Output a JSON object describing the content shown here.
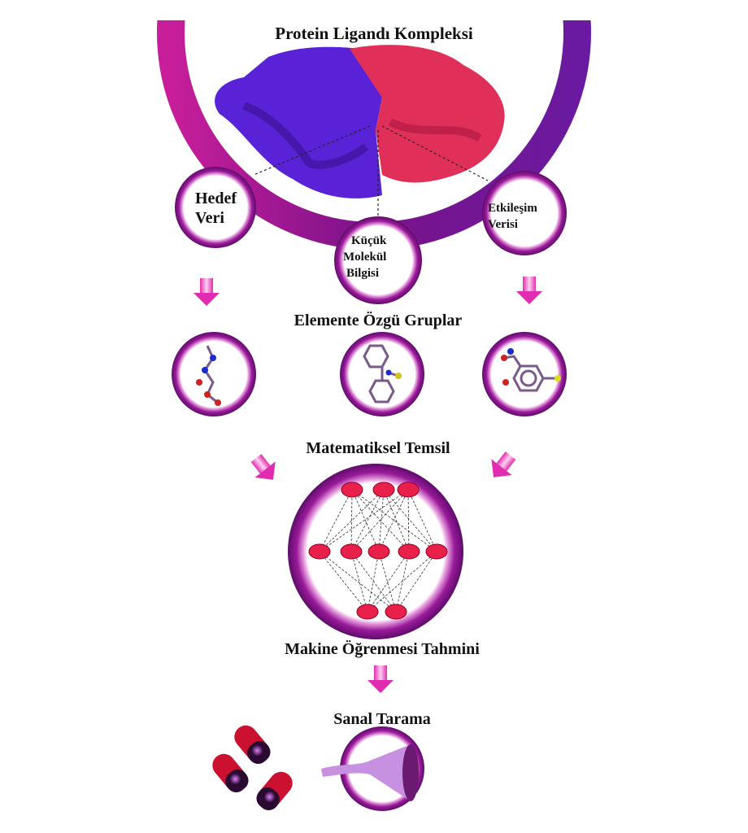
{
  "title": "Protein Ligandı Kompleksi",
  "inputs": {
    "target": [
      "Hedef",
      "Veri"
    ],
    "small_molecule": [
      "Küçük",
      "Molekül",
      "Bilgisi"
    ],
    "interaction": [
      "Etkileşim",
      "Verisi"
    ]
  },
  "stages": {
    "groups": "Elemente Özgü Gruplar",
    "math": "Matematiksel Temsil",
    "ml": "Makine Öğrenmesi Tahmini",
    "screening": "Sanal Tarama"
  },
  "colors": {
    "ring": "#9a1a9a",
    "ring_light": "#e040c0",
    "protein_a": "#5a22d6",
    "protein_b": "#e0305a",
    "arrow": "#e02cb0",
    "node": "#e8204a"
  }
}
